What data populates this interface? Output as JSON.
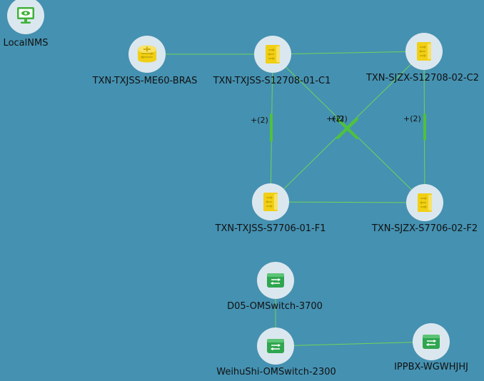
{
  "topology": {
    "nodes": [
      {
        "id": "localnms",
        "label": "LocalNMS",
        "icon": "monitor-icon"
      },
      {
        "id": "bras",
        "label": "TXN-TXJSS-ME60-BRAS",
        "icon": "router-icon"
      },
      {
        "id": "c1",
        "label": "TXN-TXJSS-S12708-01-C1",
        "icon": "core-switch-icon"
      },
      {
        "id": "c2",
        "label": "TXN-SJZX-S12708-02-C2",
        "icon": "core-switch-icon"
      },
      {
        "id": "f1",
        "label": "TXN-TXJSS-S7706-01-F1",
        "icon": "core-switch-icon"
      },
      {
        "id": "f2",
        "label": "TXN-SJZX-S7706-02-F2",
        "icon": "core-switch-icon"
      },
      {
        "id": "d05",
        "label": "D05-OMSwitch-3700",
        "icon": "switch-icon"
      },
      {
        "id": "weihushi",
        "label": "WeihuShi-OMSwitch-2300",
        "icon": "switch-icon"
      },
      {
        "id": "ippbx",
        "label": "IPPBX-WGWHJHJ",
        "icon": "switch-icon"
      }
    ],
    "link_badges": [
      {
        "id": "c1-f1",
        "text": "+(2)"
      },
      {
        "id": "c1-f2",
        "text": "+(2)"
      },
      {
        "id": "c2-f1",
        "text": "+(2)"
      },
      {
        "id": "c2-f2",
        "text": "+(2)"
      }
    ]
  },
  "colors": {
    "background": "#4591b1",
    "link": "#6fd45a",
    "link_marker": "#4ec23c",
    "node_circle": "#dbe7ee",
    "monitor_icon": "#3fb23a",
    "router_icon": "#f1cf14",
    "core_switch_icon": "#f1cf14",
    "switch_icon": "#2fa64f"
  }
}
